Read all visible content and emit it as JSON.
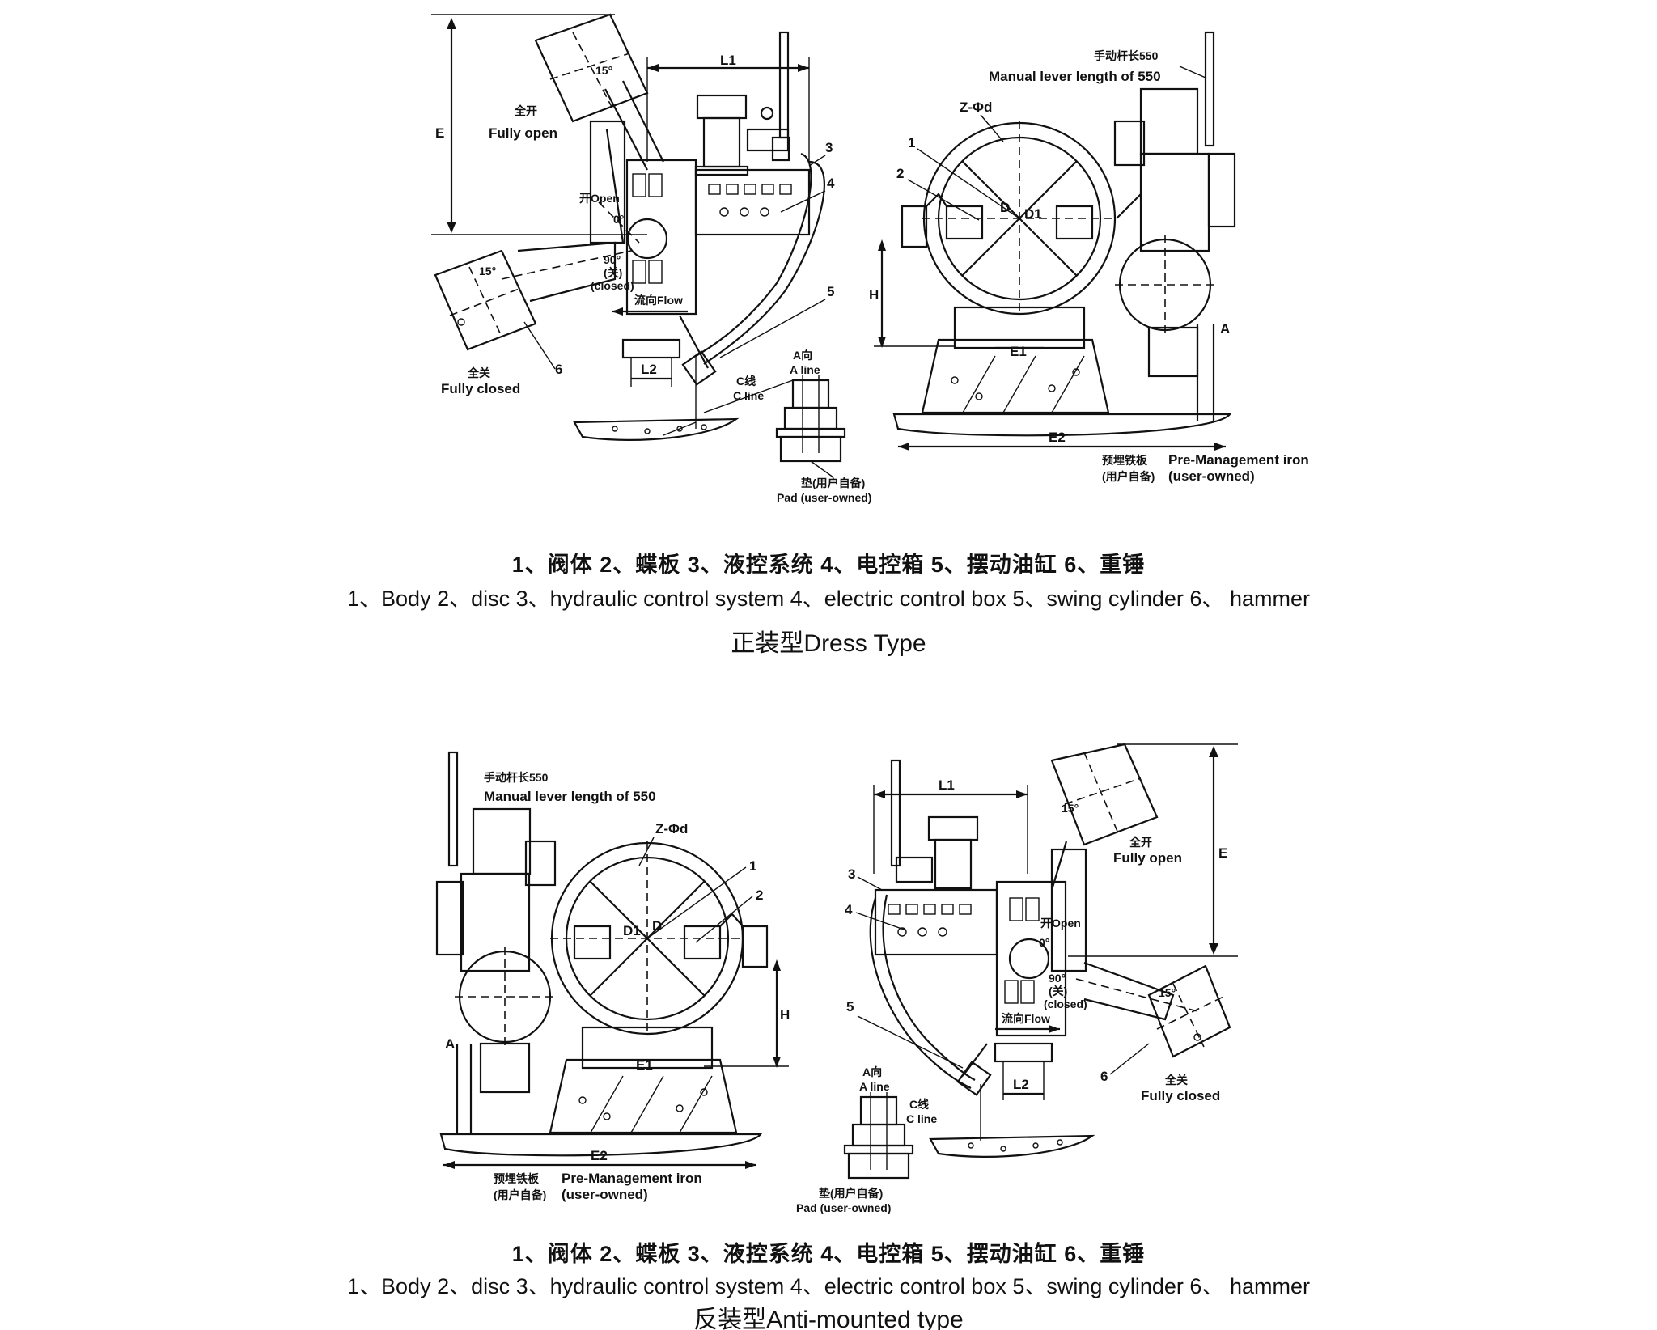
{
  "dress": {
    "left": {
      "E": "E",
      "L1": "L1",
      "L2": "L2",
      "angle_top": "15°",
      "angle_bottom": "15°",
      "fully_open_cn": "全开",
      "fully_open_en": "Fully open",
      "open": "开Open",
      "deg0": "0°",
      "deg90": "90°",
      "closed_cn": "(关)",
      "closed_en": "(closed)",
      "flow": "流向Flow",
      "fully_closed_cn": "全关",
      "fully_closed_en": "Fully closed",
      "n3": "3",
      "n4": "4",
      "n5": "5",
      "n6": "6",
      "a_dir": "A向",
      "a_line": "A line",
      "c_cn": "C线",
      "c_line": "C line",
      "pad_cn": "垫(用户自备)",
      "pad_en": "Pad (user-owned)"
    },
    "right": {
      "lever_cn": "手动杆长550",
      "lever_en": "Manual lever length of 550",
      "zd": "Z-Φd",
      "n1": "1",
      "n2": "2",
      "D": "D",
      "D1": "D1",
      "H": "H",
      "E1": "E1",
      "E2": "E2",
      "A": "A",
      "iron_cn": "预埋铁板",
      "iron_en": "Pre-Management iron",
      "user_cn": "(用户自备)",
      "user_en": "(user-owned)"
    },
    "legend_cn": "1、阀体 2、蝶板 3、液控系统 4、电控箱 5、摆动油缸 6、重锤",
    "legend_en": "1、Body  2、disc  3、hydraulic control system  4、electric control box  5、swing cylinder  6、 hammer",
    "title": "正装型Dress Type"
  },
  "anti": {
    "left": {
      "lever_cn": "手动杆长550",
      "lever_en": "Manual lever length of 550",
      "zd": "Z-Φd",
      "n1": "1",
      "n2": "2",
      "D": "D",
      "D1": "D1",
      "H": "H",
      "E1": "E1",
      "E2": "E2",
      "A": "A",
      "iron_cn": "预埋铁板",
      "iron_en": "Pre-Management iron",
      "user_cn": "(用户自备)",
      "user_en": "(user-owned)"
    },
    "right": {
      "L1": "L1",
      "L2": "L2",
      "E": "E",
      "angle_top": "15°",
      "angle_bottom": "15°",
      "fully_open_cn": "全开",
      "fully_open_en": "Fully open",
      "open": "开Open",
      "deg0": "0°",
      "deg90": "90°",
      "closed_cn": "(关)",
      "closed_en": "(closed)",
      "flow": "流向Flow",
      "fully_closed_cn": "全关",
      "fully_closed_en": "Fully closed",
      "n3": "3",
      "n4": "4",
      "n5": "5",
      "n6": "6",
      "a_dir": "A向",
      "a_line": "A line",
      "c_cn": "C线",
      "c_line": "C line",
      "pad_cn": "垫(用户自备)",
      "pad_en": "Pad (user-owned)"
    },
    "legend_cn": "1、阀体 2、蝶板 3、液控系统 4、电控箱 5、摆动油缸 6、重锤",
    "legend_en": "1、Body  2、disc  3、hydraulic control system  4、electric control box  5、swing cylinder  6、 hammer",
    "title": "反装型Anti-mounted type"
  }
}
